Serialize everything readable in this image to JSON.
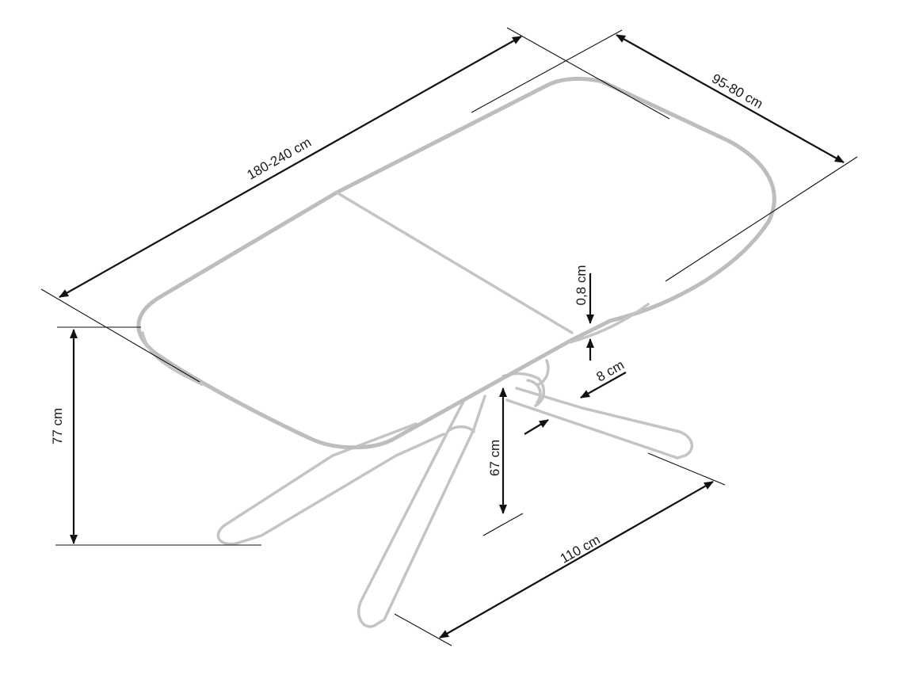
{
  "diagram": {
    "dimensions": {
      "length": "180-240 cm",
      "width": "95-80 cm",
      "height": "77 cm",
      "thickness": "0,8 cm",
      "frame": "8 cm",
      "clearance": "67 cm",
      "leg_span": "110 cm"
    },
    "colors": {
      "outline": "#bdbdbd",
      "dimension": "#111111",
      "background": "#ffffff"
    }
  }
}
